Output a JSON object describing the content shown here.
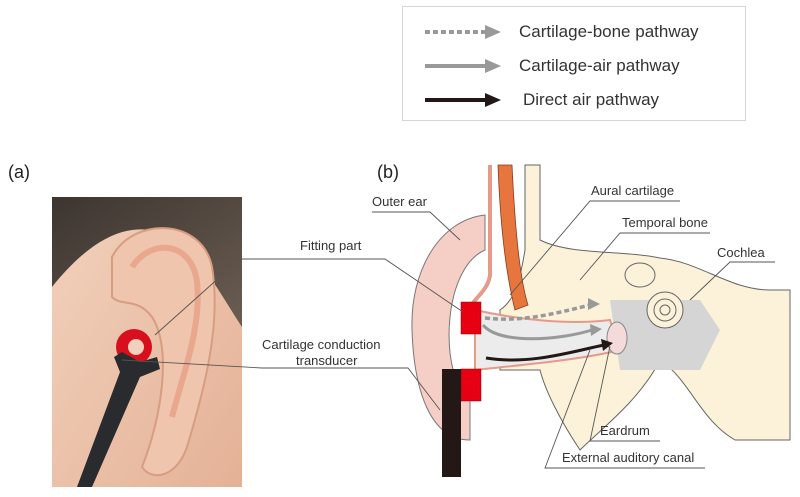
{
  "legend": {
    "items": [
      {
        "label": "Cartilage-bone pathway",
        "style": "dotted",
        "color": "#999999"
      },
      {
        "label": "Cartilage-air pathway",
        "style": "solid",
        "color": "#999999"
      },
      {
        "label": "Direct air pathway",
        "style": "solid",
        "color": "#231815"
      }
    ]
  },
  "panels": {
    "a": {
      "label": "(a)"
    },
    "b": {
      "label": "(b)"
    }
  },
  "labels": {
    "fitting_part": "Fitting part",
    "transducer_line1": "Cartilage conduction",
    "transducer_line2": "transducer",
    "outer_ear": "Outer ear",
    "aural_cartilage": "Aural cartilage",
    "temporal_bone": "Temporal bone",
    "cochlea": "Cochlea",
    "eardrum": "Eardrum",
    "external_auditory_canal": "External auditory canal"
  },
  "colors": {
    "fitting_red": "#e60012",
    "transducer_black": "#231815",
    "cartilage_pink": "#f5cfc6",
    "bone_cream": "#fbf2d9",
    "skin": "#eab9a0"
  }
}
